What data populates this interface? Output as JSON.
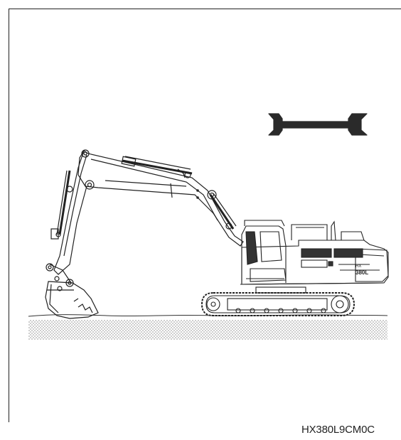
{
  "figure": {
    "code": "HX380L9CM0C",
    "model_plate_line1": "HX",
    "model_plate_line2": "380L",
    "icons": [
      "wrench-icon"
    ],
    "subject": "excavator-illustration"
  }
}
